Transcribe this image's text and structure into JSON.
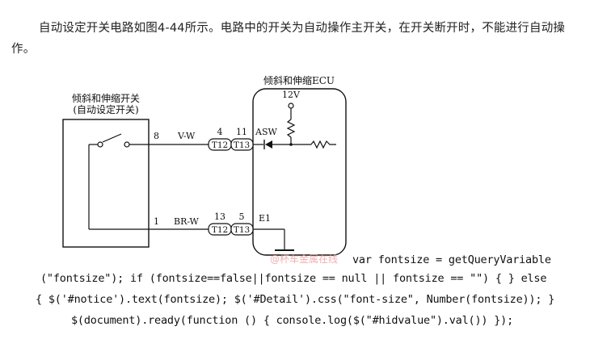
{
  "intro_text": "自动设定开关电路如图4-44所示。电路中的开关为自动操作主开关，在开关断开时，不能进行自动操作。",
  "diagram": {
    "switch_title_line1": "倾斜和伸缩开关",
    "switch_title_line2": "(自动设定开关)",
    "ecu_title": "倾斜和伸缩ECU",
    "voltage_label": "12V",
    "top_wire": {
      "pin": "8",
      "wire": "V-W",
      "conn_a_num": "4",
      "conn_a_label": "T12",
      "conn_b_num": "11",
      "conn_b_label": "T13",
      "ecu_pin": "ASW"
    },
    "bottom_wire": {
      "pin": "1",
      "wire": "BR-W",
      "conn_a_num": "13",
      "conn_a_label": "T12",
      "conn_b_num": "5",
      "conn_b_label": "T13",
      "ecu_pin": "E1"
    }
  },
  "watermark_text": "@杯车金属在线",
  "code_lines": [
    "var fontsize = getQueryVariable",
    "(\"fontsize\"); if (fontsize==false||fontsize == null || fontsize == \"\") { } else",
    "{ $('#notice').text(fontsize); $('#Detail').css(\"font-size\", Number(fontsize)); }",
    "$(document).ready(function () { console.log($(\"#hidvalue\").val()) });"
  ]
}
